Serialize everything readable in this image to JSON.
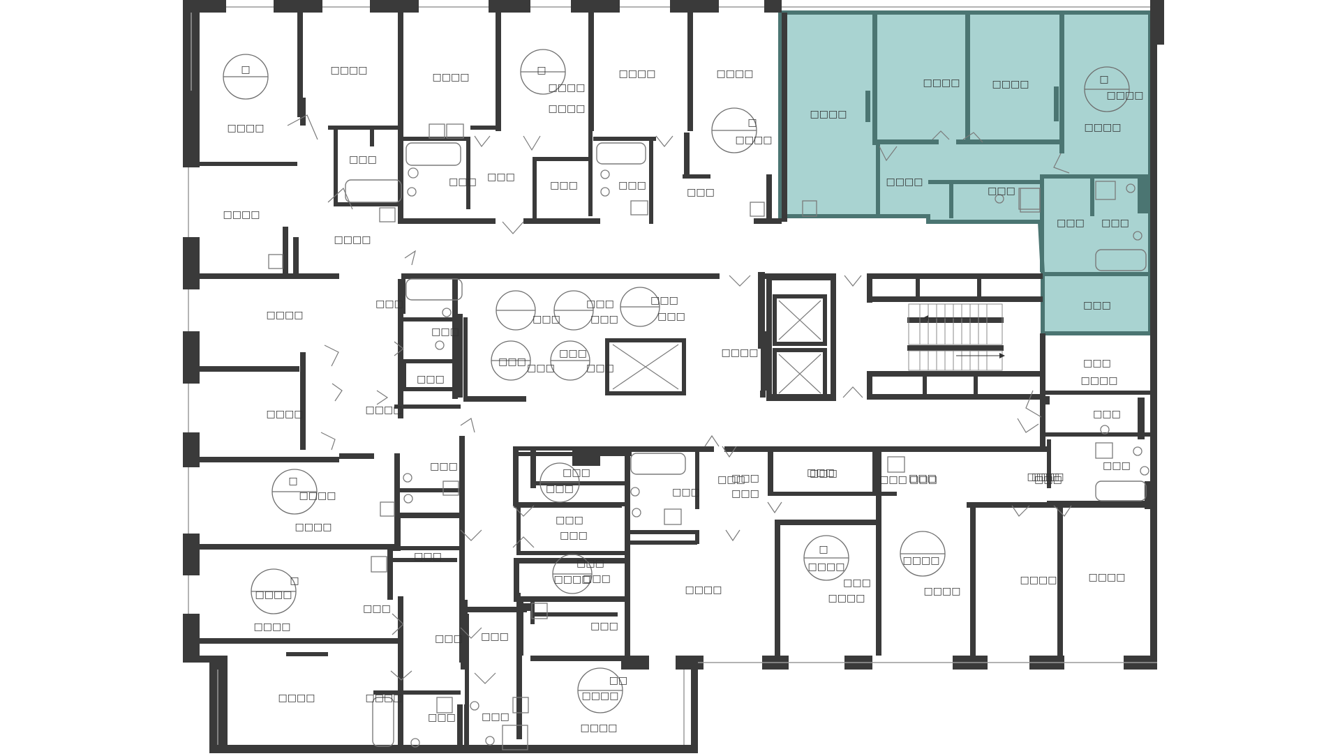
{
  "plan": {
    "colors": {
      "wall": "#3a3a3a",
      "highlight_fill": "#a9d3d1",
      "highlight_wall": "#4b7572",
      "fixture": "#7a7a7a",
      "thin": "#9a9a9a",
      "label": "#2f2f2f"
    },
    "selected_unit": "highlighted-apartment",
    "room_labels": [
      {
        "id": "r1",
        "text": "□□□□"
      },
      {
        "id": "r2",
        "text": "□□□□"
      },
      {
        "id": "r3",
        "text": "□□□□"
      },
      {
        "id": "r4",
        "text": "□□□□"
      },
      {
        "id": "r5",
        "text": "□□□□"
      },
      {
        "id": "r6",
        "text": "□□□□"
      },
      {
        "id": "r7",
        "text": "□□□□"
      },
      {
        "id": "r8",
        "text": "□□□□"
      },
      {
        "id": "r9",
        "text": "□□□□"
      },
      {
        "id": "r10",
        "text": "□□□□"
      },
      {
        "id": "r11",
        "text": "□□□□"
      },
      {
        "id": "r12",
        "text": "□□□□"
      },
      {
        "id": "r13",
        "text": "□□□□"
      },
      {
        "id": "r14",
        "text": "□□□□"
      },
      {
        "id": "r15",
        "text": "□□□□"
      },
      {
        "id": "r16",
        "text": "□□□□"
      },
      {
        "id": "r17",
        "text": "□□□□"
      },
      {
        "id": "r18",
        "text": "□□□□"
      },
      {
        "id": "r19",
        "text": "□□□□"
      },
      {
        "id": "r20",
        "text": "□□□□"
      },
      {
        "id": "r21",
        "text": "□□□□"
      },
      {
        "id": "r22",
        "text": "□□□□"
      },
      {
        "id": "r23",
        "text": "□□□□"
      },
      {
        "id": "r24",
        "text": "□□□□"
      },
      {
        "id": "r25",
        "text": "□□□□"
      },
      {
        "id": "r26",
        "text": "□□□□"
      },
      {
        "id": "r27",
        "text": "□□□□"
      },
      {
        "id": "r28",
        "text": "□□□□"
      },
      {
        "id": "r29",
        "text": "□□□□"
      },
      {
        "id": "r30",
        "text": "□□□□"
      },
      {
        "id": "r31",
        "text": "□□□□"
      },
      {
        "id": "r32",
        "text": "□□□□"
      },
      {
        "id": "r33",
        "text": "□□□□"
      },
      {
        "id": "r34",
        "text": "□□□□"
      },
      {
        "id": "r35",
        "text": "□□□□"
      },
      {
        "id": "r36",
        "text": "□□□□"
      },
      {
        "id": "r37",
        "text": "□□□□"
      },
      {
        "id": "r38",
        "text": "□□□□"
      },
      {
        "id": "s1",
        "text": "□□□"
      },
      {
        "id": "s2",
        "text": "□□□"
      },
      {
        "id": "s3",
        "text": "□□□"
      },
      {
        "id": "s4",
        "text": "□□□"
      },
      {
        "id": "s5",
        "text": "□□□"
      },
      {
        "id": "s6",
        "text": "□□□"
      },
      {
        "id": "s7",
        "text": "□□□"
      },
      {
        "id": "s8",
        "text": "□□□"
      },
      {
        "id": "s9",
        "text": "□□□"
      },
      {
        "id": "s10",
        "text": "□□□"
      },
      {
        "id": "s11",
        "text": "□□□"
      },
      {
        "id": "s12",
        "text": "□□□"
      },
      {
        "id": "s13",
        "text": "□□□"
      },
      {
        "id": "s14",
        "text": "□□□"
      },
      {
        "id": "s15",
        "text": "□□□"
      },
      {
        "id": "s16",
        "text": "□□□"
      },
      {
        "id": "s17",
        "text": "□□□"
      },
      {
        "id": "s18",
        "text": "□□□"
      },
      {
        "id": "s19",
        "text": "□□□"
      },
      {
        "id": "s20",
        "text": "□□□"
      },
      {
        "id": "s21",
        "text": "□□□"
      },
      {
        "id": "s22",
        "text": "□□□"
      },
      {
        "id": "s23",
        "text": "□□□"
      },
      {
        "id": "s24",
        "text": "□□□"
      },
      {
        "id": "s25",
        "text": "□□□"
      },
      {
        "id": "s26",
        "text": "□□□"
      },
      {
        "id": "s27",
        "text": "□□□"
      },
      {
        "id": "s28",
        "text": "□□□"
      },
      {
        "id": "s29",
        "text": "□□□"
      },
      {
        "id": "s30",
        "text": "□□□"
      },
      {
        "id": "s31",
        "text": "□□□"
      },
      {
        "id": "s32",
        "text": "□□□"
      },
      {
        "id": "s33",
        "text": "□□□"
      },
      {
        "id": "s34",
        "text": "□□□"
      },
      {
        "id": "s35",
        "text": "□□□"
      },
      {
        "id": "s36",
        "text": "□□□"
      },
      {
        "id": "s37",
        "text": "□□□"
      },
      {
        "id": "s38",
        "text": "□□□"
      },
      {
        "id": "s39",
        "text": "□□□"
      },
      {
        "id": "s40",
        "text": "□□□"
      },
      {
        "id": "s41",
        "text": "□□□"
      },
      {
        "id": "s42",
        "text": "□□□"
      },
      {
        "id": "s43",
        "text": "□□□"
      },
      {
        "id": "s44",
        "text": "□□□"
      },
      {
        "id": "s45",
        "text": "□□□"
      },
      {
        "id": "s46",
        "text": "□□□"
      },
      {
        "id": "s47",
        "text": "□□□"
      },
      {
        "id": "s48",
        "text": "□□□"
      },
      {
        "id": "s49",
        "text": "□□□"
      },
      {
        "id": "s50",
        "text": "□□□"
      },
      {
        "id": "s51",
        "text": "□□□"
      },
      {
        "id": "g1",
        "text": "□"
      },
      {
        "id": "g2",
        "text": "□"
      },
      {
        "id": "g3",
        "text": "□"
      },
      {
        "id": "g4",
        "text": "□"
      },
      {
        "id": "g5",
        "text": "□"
      },
      {
        "id": "g6",
        "text": "□"
      },
      {
        "id": "g7",
        "text": "□"
      },
      {
        "id": "g8",
        "text": "□□"
      }
    ]
  }
}
